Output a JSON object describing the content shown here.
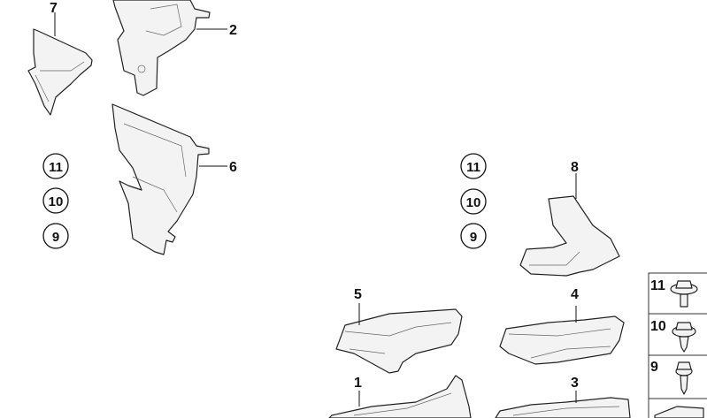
{
  "callouts": {
    "part_1": "1",
    "part_2": "2",
    "part_3": "3",
    "part_4": "4",
    "part_5": "5",
    "part_6": "6",
    "part_7": "7",
    "part_8": "8"
  },
  "circled_refs_left": [
    "11",
    "10",
    "9"
  ],
  "circled_refs_right": [
    "11",
    "10",
    "9"
  ],
  "fastener_panel": {
    "items": [
      {
        "number": "11",
        "icon": "screw-with-large-washer-icon"
      },
      {
        "number": "10",
        "icon": "self-tapping-screw-with-washer-icon"
      },
      {
        "number": "9",
        "icon": "self-tapping-hex-screw-icon"
      }
    ]
  }
}
